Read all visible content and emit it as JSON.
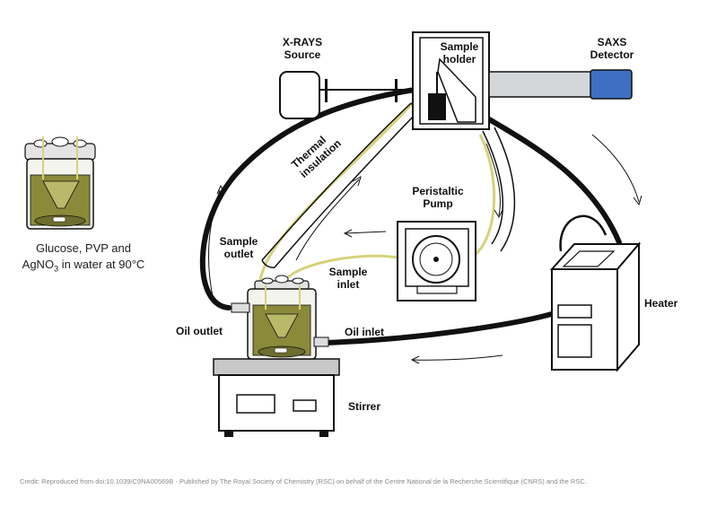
{
  "labels": {
    "xray_source": [
      "X-RAYS",
      "Source"
    ],
    "sample_holder": [
      "Sample",
      "holder"
    ],
    "saxs_detector": [
      "SAXS",
      "Detector"
    ],
    "thermal_insulation": [
      "Thermal",
      "insulation"
    ],
    "peristaltic_pump": [
      "Peristaltic",
      "Pump"
    ],
    "sample_outlet": [
      "Sample",
      "outlet"
    ],
    "sample_inlet": [
      "Sample",
      "inlet"
    ],
    "heater": "Heater",
    "oil_outlet": "Oil outlet",
    "oil_inlet": "Oil inlet",
    "stirrer": "Stirrer"
  },
  "inset": {
    "caption_line1": "Glucose, PVP and",
    "caption_line2_pre": "AgNO",
    "caption_line2_sub": "3",
    "caption_line2_post": " in water at 90°C"
  },
  "credit": "Credit: Reproduced from doi:10.1039/C9NA00569B - Published by The Royal Society of Chemistry (RSC) on behalf of the Centre National de la Recherche Scientifique (CNRS) and the RSC.",
  "colors": {
    "detector_blue": "#3f6fc2",
    "liquid_olive": "#8a8a3a",
    "tube_yellow": "#d6d27a",
    "tube_black": "#111111"
  }
}
